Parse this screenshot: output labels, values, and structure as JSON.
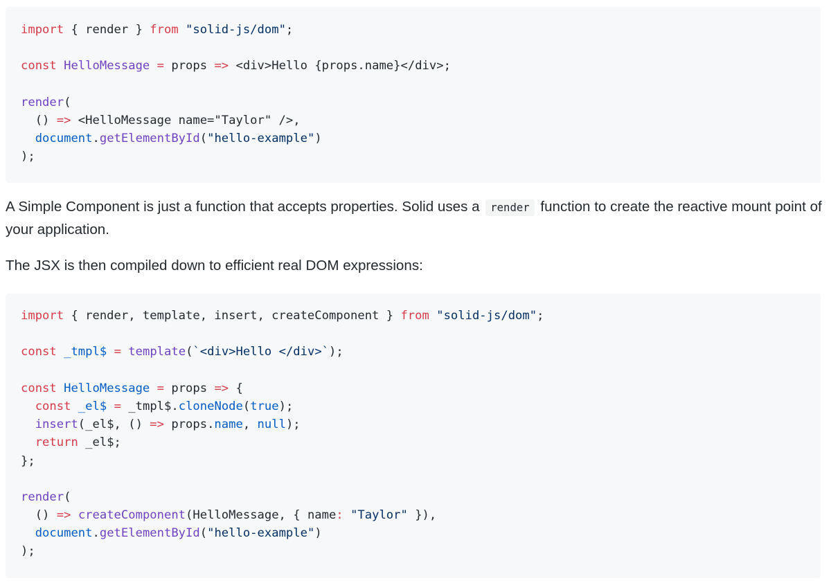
{
  "code_block_1": {
    "lines": [
      [
        {
          "t": "import",
          "c": "kw"
        },
        {
          "t": " { render } ",
          "c": "plain"
        },
        {
          "t": "from",
          "c": "kw"
        },
        {
          "t": " ",
          "c": "plain"
        },
        {
          "t": "\"solid-js/dom\"",
          "c": "str"
        },
        {
          "t": ";",
          "c": "plain"
        }
      ],
      [],
      [
        {
          "t": "const",
          "c": "kw"
        },
        {
          "t": " ",
          "c": "plain"
        },
        {
          "t": "HelloMessage",
          "c": "fn"
        },
        {
          "t": " ",
          "c": "plain"
        },
        {
          "t": "=",
          "c": "kw"
        },
        {
          "t": " props ",
          "c": "plain"
        },
        {
          "t": "=>",
          "c": "kw"
        },
        {
          "t": " <div>Hello {props.name}</div>;",
          "c": "plain"
        }
      ],
      [],
      [
        {
          "t": "render",
          "c": "fn"
        },
        {
          "t": "(",
          "c": "plain"
        }
      ],
      [
        {
          "t": "  () ",
          "c": "plain"
        },
        {
          "t": "=>",
          "c": "kw"
        },
        {
          "t": " <HelloMessage name=\"Taylor\" />,",
          "c": "plain"
        }
      ],
      [
        {
          "t": "  ",
          "c": "plain"
        },
        {
          "t": "document",
          "c": "blue"
        },
        {
          "t": ".",
          "c": "plain"
        },
        {
          "t": "getElementById",
          "c": "fn"
        },
        {
          "t": "(",
          "c": "plain"
        },
        {
          "t": "\"hello-example\"",
          "c": "str"
        },
        {
          "t": ")",
          "c": "plain"
        }
      ],
      [
        {
          "t": ");",
          "c": "plain"
        }
      ]
    ]
  },
  "paragraph_1": {
    "before": "A Simple Component is just a function that accepts properties. Solid uses a",
    "code": "render",
    "after": "function to create the reactive mount point of your application."
  },
  "paragraph_2": {
    "text": "The JSX is then compiled down to efficient real DOM expressions:"
  },
  "code_block_2": {
    "lines": [
      [
        {
          "t": "import",
          "c": "kw"
        },
        {
          "t": " { render, template, insert, createComponent } ",
          "c": "plain"
        },
        {
          "t": "from",
          "c": "kw"
        },
        {
          "t": " ",
          "c": "plain"
        },
        {
          "t": "\"solid-js/dom\"",
          "c": "str"
        },
        {
          "t": ";",
          "c": "plain"
        }
      ],
      [],
      [
        {
          "t": "const",
          "c": "kw"
        },
        {
          "t": " ",
          "c": "plain"
        },
        {
          "t": "_tmpl$",
          "c": "blue"
        },
        {
          "t": " ",
          "c": "plain"
        },
        {
          "t": "=",
          "c": "kw"
        },
        {
          "t": " ",
          "c": "plain"
        },
        {
          "t": "template",
          "c": "fn"
        },
        {
          "t": "(",
          "c": "plain"
        },
        {
          "t": "`<div>Hello </div>`",
          "c": "str"
        },
        {
          "t": ");",
          "c": "plain"
        }
      ],
      [],
      [
        {
          "t": "const",
          "c": "kw"
        },
        {
          "t": " ",
          "c": "plain"
        },
        {
          "t": "HelloMessage",
          "c": "blue"
        },
        {
          "t": " ",
          "c": "plain"
        },
        {
          "t": "=",
          "c": "kw"
        },
        {
          "t": " props ",
          "c": "plain"
        },
        {
          "t": "=>",
          "c": "kw"
        },
        {
          "t": " {",
          "c": "plain"
        }
      ],
      [
        {
          "t": "  ",
          "c": "plain"
        },
        {
          "t": "const",
          "c": "kw"
        },
        {
          "t": " ",
          "c": "plain"
        },
        {
          "t": "_el$",
          "c": "blue"
        },
        {
          "t": " ",
          "c": "plain"
        },
        {
          "t": "=",
          "c": "kw"
        },
        {
          "t": " _tmpl$.",
          "c": "plain"
        },
        {
          "t": "cloneNode",
          "c": "blue"
        },
        {
          "t": "(",
          "c": "plain"
        },
        {
          "t": "true",
          "c": "blue"
        },
        {
          "t": ");",
          "c": "plain"
        }
      ],
      [
        {
          "t": "  ",
          "c": "plain"
        },
        {
          "t": "insert",
          "c": "fn"
        },
        {
          "t": "(_el$, () ",
          "c": "plain"
        },
        {
          "t": "=>",
          "c": "kw"
        },
        {
          "t": " props.",
          "c": "plain"
        },
        {
          "t": "name",
          "c": "blue"
        },
        {
          "t": ", ",
          "c": "plain"
        },
        {
          "t": "null",
          "c": "blue"
        },
        {
          "t": ");",
          "c": "plain"
        }
      ],
      [
        {
          "t": "  ",
          "c": "plain"
        },
        {
          "t": "return",
          "c": "kw"
        },
        {
          "t": " _el$;",
          "c": "plain"
        }
      ],
      [
        {
          "t": "};",
          "c": "plain"
        }
      ],
      [],
      [
        {
          "t": "render",
          "c": "fn"
        },
        {
          "t": "(",
          "c": "plain"
        }
      ],
      [
        {
          "t": "  () ",
          "c": "plain"
        },
        {
          "t": "=>",
          "c": "kw"
        },
        {
          "t": " ",
          "c": "plain"
        },
        {
          "t": "createComponent",
          "c": "fn"
        },
        {
          "t": "(HelloMessage, { name",
          "c": "plain"
        },
        {
          "t": ":",
          "c": "kw"
        },
        {
          "t": " ",
          "c": "plain"
        },
        {
          "t": "\"Taylor\"",
          "c": "str"
        },
        {
          "t": " }),",
          "c": "plain"
        }
      ],
      [
        {
          "t": "  ",
          "c": "plain"
        },
        {
          "t": "document",
          "c": "blue"
        },
        {
          "t": ".",
          "c": "plain"
        },
        {
          "t": "getElementById",
          "c": "fn"
        },
        {
          "t": "(",
          "c": "plain"
        },
        {
          "t": "\"hello-example\"",
          "c": "str"
        },
        {
          "t": ")",
          "c": "plain"
        }
      ],
      [
        {
          "t": ");",
          "c": "plain"
        }
      ]
    ]
  },
  "colors": {
    "keyword": "#d73a49",
    "function": "#6f42c1",
    "string": "#032f62",
    "identifier": "#005cc5",
    "text": "#24292e",
    "code_background": "#f6f8fa"
  }
}
